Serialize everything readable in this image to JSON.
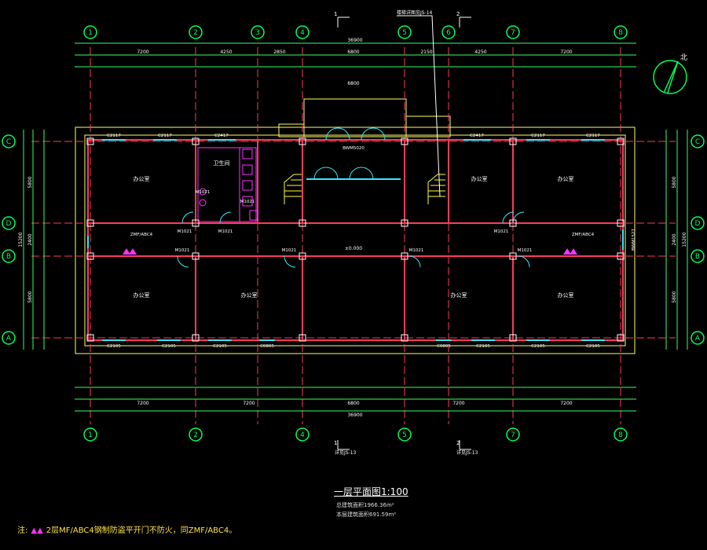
{
  "drawing": {
    "title": "一层平面图1:100",
    "area_line_1": "总建筑面积1966.36m²",
    "area_line_2": "本层建筑面积691.59m²",
    "note_prefix": "注:",
    "note_text": "2层MF/ABC4钢制防盗平开门不防火，同ZMF/ABC4。",
    "north_label": "北",
    "top_callout": "楼梯详图见JS-14",
    "section_ref_left": "1",
    "section_ref_right": "2",
    "section_ref_text_left": "详见JS-13",
    "section_ref_text_right": "详见JS-13",
    "overall_length": "36900",
    "overall_depth": "15200",
    "entrance_width": "6800"
  },
  "grid": {
    "vertical_axes": [
      "1",
      "2",
      "3",
      "4",
      "5",
      "6",
      "7",
      "8"
    ],
    "horizontal_axes": [
      "C",
      "D",
      "B",
      "A"
    ],
    "bay_dims_top": [
      "7200",
      "4250",
      "2850",
      "6800",
      "2150",
      "4250",
      "7200"
    ],
    "bay_dims_bottom": [
      "7200",
      "7200",
      "6800",
      "7200",
      "7200"
    ],
    "depth_dims": [
      "5800",
      "2400",
      "5800"
    ]
  },
  "rooms": [
    "办公室",
    "卫生间",
    "办公室",
    "办公室",
    "办公室",
    "办公室",
    "办公室",
    "办公室"
  ],
  "labels": {
    "windows_top": [
      "C2117",
      "C2117",
      "C2417",
      "C2417",
      "C2117",
      "C2117"
    ],
    "windows_bottom": [
      "C2105",
      "C2105",
      "C2105",
      "C0805",
      "C0805",
      "C2105",
      "C2105",
      "C2105"
    ],
    "doors": [
      "M1021",
      "M1021",
      "M1021",
      "M1021",
      "M1021",
      "M1021",
      "M1021",
      "M1021",
      "M1021"
    ],
    "main_door": "BWM5020",
    "side_door": "BWM1527",
    "fire_door": "ZMF/ABC4",
    "elevation": "±0.000"
  },
  "colors": {
    "grid_axis": "#00ff55",
    "dimension": "#33ff66",
    "wall": "#ff3a5a",
    "outline": "#ffff66",
    "window": "#33e8ff",
    "stair": "#ffff33",
    "annotation": "#ffffff",
    "magenta": "#ff33ff"
  }
}
